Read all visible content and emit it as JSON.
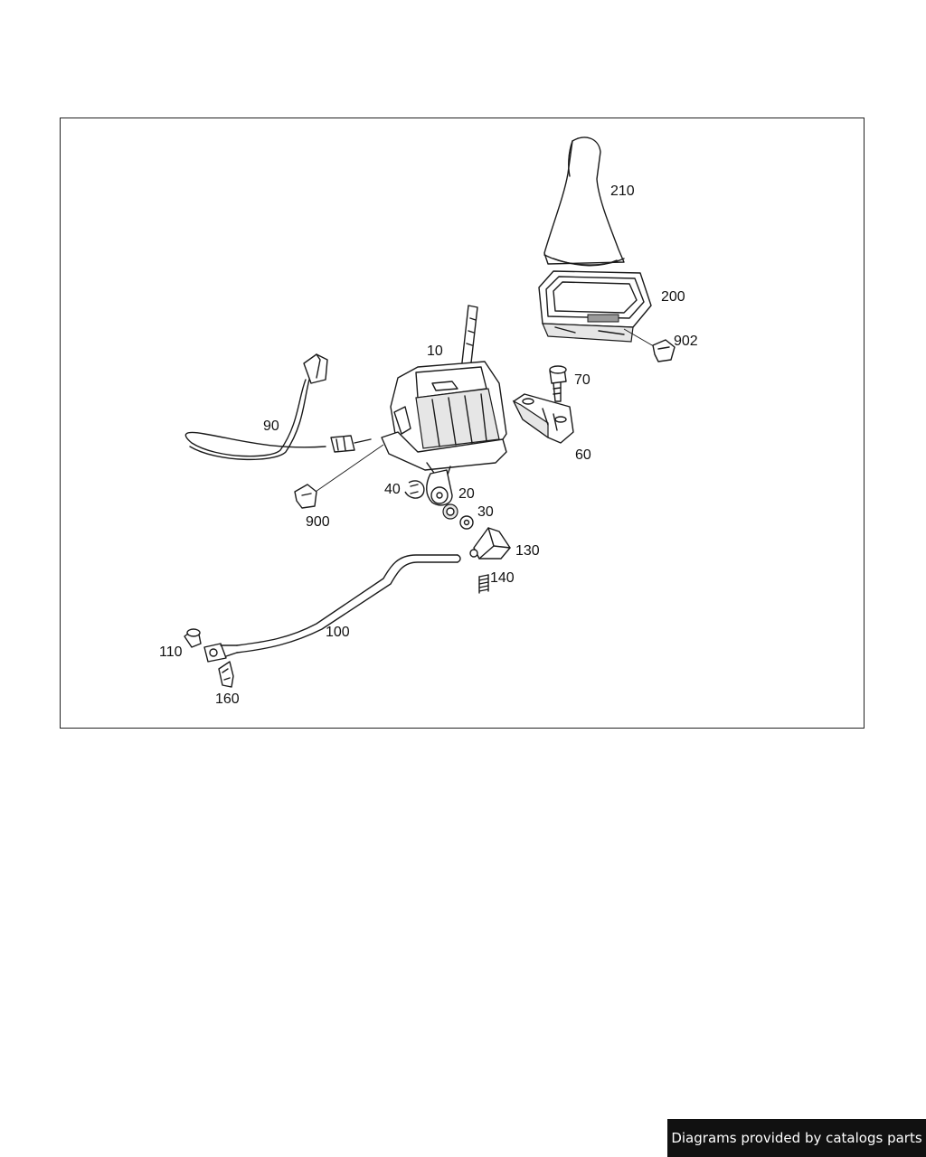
{
  "diagram": {
    "callouts": [
      "210",
      "200",
      "902",
      "10",
      "70",
      "90",
      "60",
      "40",
      "20",
      "30",
      "900",
      "130",
      "140",
      "100",
      "110",
      "160"
    ]
  },
  "watermark": {
    "text": "Diagrams provided by catalogs parts",
    "background": "#111111",
    "color": "#ffffff"
  }
}
